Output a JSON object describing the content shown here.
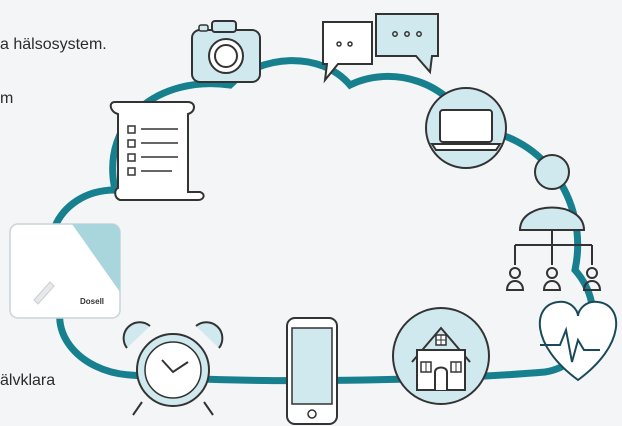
{
  "text_fragments": {
    "line1": "a hälsosystem.",
    "line2": "m",
    "line3": "älvklara"
  },
  "device_brand": "Dosell",
  "colors": {
    "cloud_outline": "#17808f",
    "icon_fill": "#cfe9ee",
    "icon_stroke": "#333333",
    "heart_stroke": "#1a4a5a",
    "background": "#f4f5f6"
  },
  "icons": [
    "camera-icon",
    "chat-bubbles-icon",
    "laptop-icon",
    "user-network-icon",
    "heart-pulse-icon",
    "house-icon",
    "smartphone-icon",
    "alarm-clock-icon",
    "dosell-device",
    "checklist-scroll-icon"
  ]
}
